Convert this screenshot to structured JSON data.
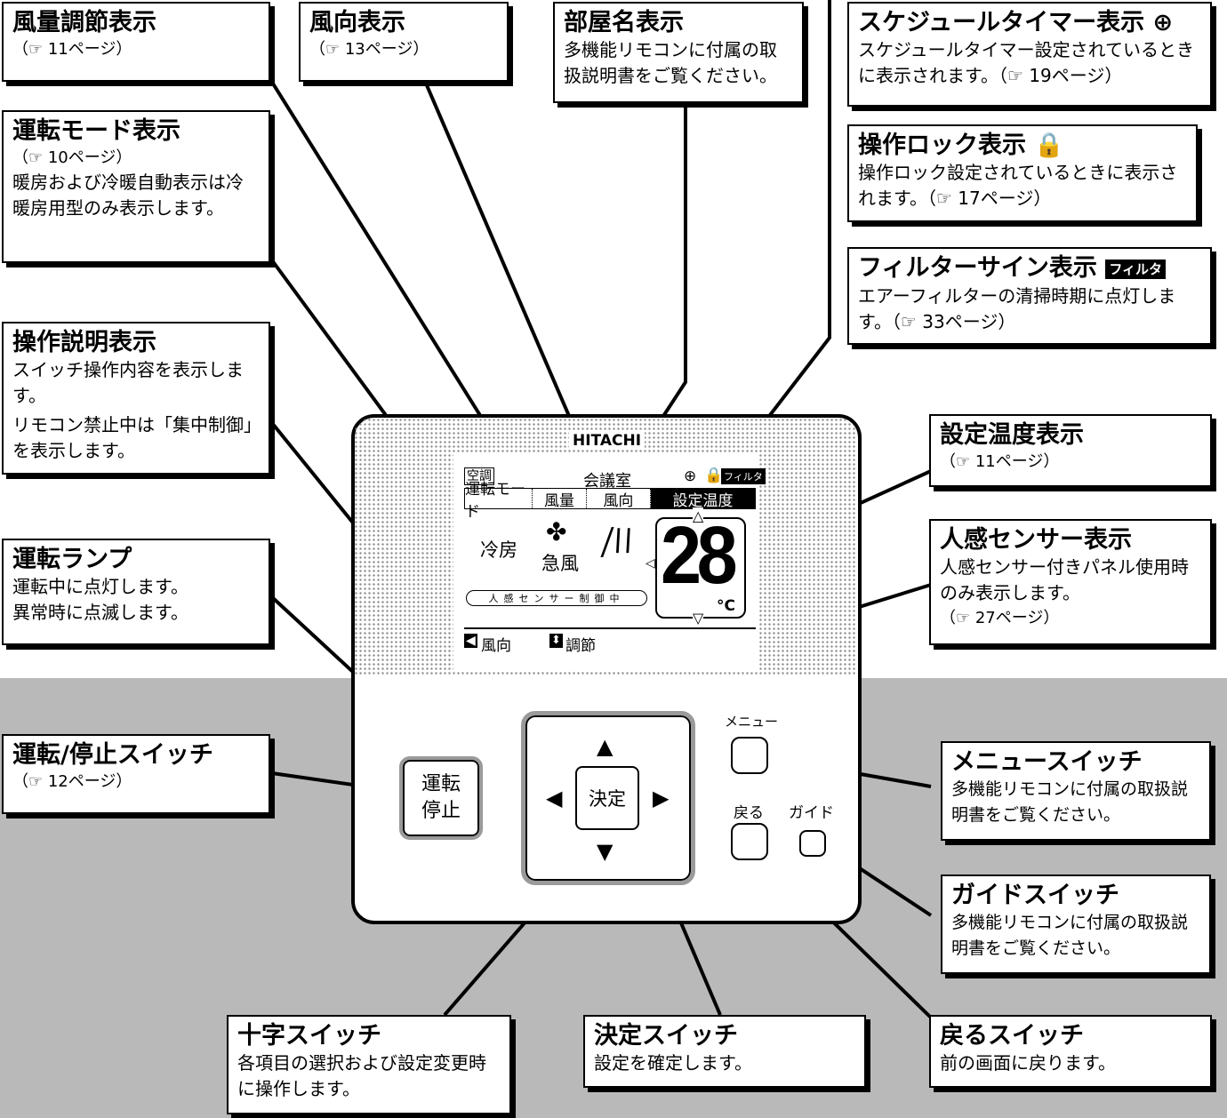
{
  "callouts": {
    "fan_speed": {
      "title": "風量調節表示",
      "ref": "（☞ 11ページ）"
    },
    "louver": {
      "title": "風向表示",
      "ref": "（☞ 13ページ）"
    },
    "room_name": {
      "title": "部屋名表示",
      "desc": "多機能リモコンに付属の取扱説明書をご覧ください。"
    },
    "schedule_timer": {
      "title": "スケジュールタイマー表示 ⊕",
      "desc": "スケジュールタイマー設定されているときに表示されます。（☞ 19ページ）"
    },
    "operation_mode": {
      "title": "運転モード表示",
      "ref": "（☞ 10ページ）",
      "desc": "暖房および冷暖自動表示は冷暖房用型のみ表示します。"
    },
    "lock": {
      "title": "操作ロック表示",
      "desc": "操作ロック設定されているときに表示されます。（☞ 17ページ）"
    },
    "filter_sign": {
      "title": "フィルターサイン表示",
      "badge": "フィルタ",
      "desc": "エアーフィルターの清掃時期に点灯します。（☞ 33ページ）"
    },
    "operation_guide": {
      "title": "操作説明表示",
      "desc1": "スイッチ操作内容を表示します。",
      "desc2": "リモコン禁止中は「集中制御」を表示します。"
    },
    "set_temp": {
      "title": "設定温度表示",
      "ref": "（☞ 11ページ）"
    },
    "run_lamp": {
      "title": "運転ランプ",
      "desc1": "運転中に点灯します。",
      "desc2": "異常時に点滅します。"
    },
    "motion_sensor": {
      "title": "人感センサー表示",
      "desc": "人感センサー付きパネル使用時のみ表示します。",
      "ref": "（☞ 27ページ）"
    },
    "run_stop": {
      "title": "運転/停止スイッチ",
      "ref": "（☞ 12ページ）"
    },
    "menu_switch": {
      "title": "メニュースイッチ",
      "desc": "多機能リモコンに付属の取扱説明書をご覧ください。"
    },
    "guide_switch": {
      "title": "ガイドスイッチ",
      "desc": "多機能リモコンに付属の取扱説明書をご覧ください。"
    },
    "cross_switch": {
      "title": "十字スイッチ",
      "desc": "各項目の選択および設定変更時に操作します。"
    },
    "enter_switch": {
      "title": "決定スイッチ",
      "desc": "設定を確定します。"
    },
    "back_switch": {
      "title": "戻るスイッチ",
      "desc": "前の画面に戻ります。"
    }
  },
  "remote": {
    "brand": "HITACHI",
    "aircon_tag": "空調",
    "room_name": "会議室",
    "filter_badge": "フィルタ",
    "tabs": [
      "運転モード",
      "風量",
      "風向",
      "設定温度"
    ],
    "mode": "冷房",
    "fan": "急風",
    "temperature": "28",
    "unit": "°C",
    "sensor_text": "人感センサー制御中",
    "guide_left": "風向",
    "guide_right": "調節",
    "run_btn_line1": "運転",
    "run_btn_line2": "停止",
    "enter": "決定",
    "menu": "メニュー",
    "back": "戻る",
    "guide": "ガイド"
  }
}
